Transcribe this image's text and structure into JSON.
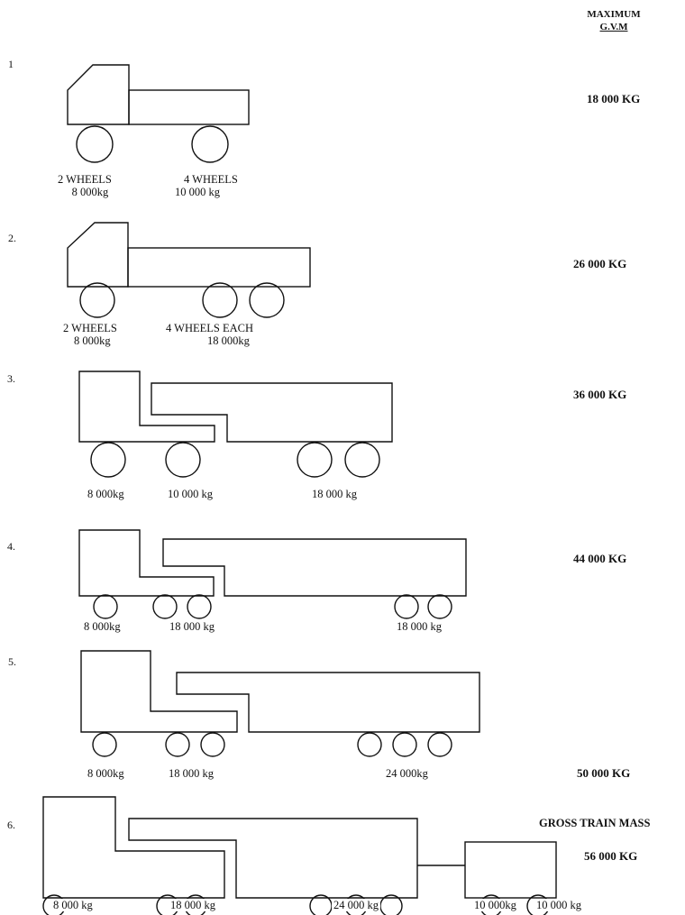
{
  "header": {
    "line1": "MAXIMUM",
    "line2": "G.V.M"
  },
  "trucks": [
    {
      "number": "1",
      "labels": [
        "2 WHEELS",
        "8 000kg",
        "4 WHEELS",
        "10 000 kg"
      ],
      "gvm": "18 000 KG"
    },
    {
      "number": "2.",
      "labels": [
        "2 WHEELS",
        "8 000kg",
        "4 WHEELS EACH",
        "18 000kg"
      ],
      "gvm": "26 000 KG"
    },
    {
      "number": "3.",
      "labels": [
        "8 000kg",
        "10 000 kg",
        "18 000 kg"
      ],
      "gvm": "36 000 KG"
    },
    {
      "number": "4.",
      "labels": [
        "8 000kg",
        "18 000 kg",
        "18 000 kg"
      ],
      "gvm": "44 000 KG"
    },
    {
      "number": "5.",
      "labels": [
        "8 000kg",
        "18 000 kg",
        "24 000kg"
      ],
      "gvm": "50 000 KG"
    },
    {
      "number": "6.",
      "labels": [
        "8 000 kg",
        "18 000 kg",
        "24 000 kg",
        "10 000kg",
        "10 000 kg"
      ],
      "gvm": "56 000 KG",
      "extra_label": "GROSS TRAIN MASS"
    }
  ]
}
